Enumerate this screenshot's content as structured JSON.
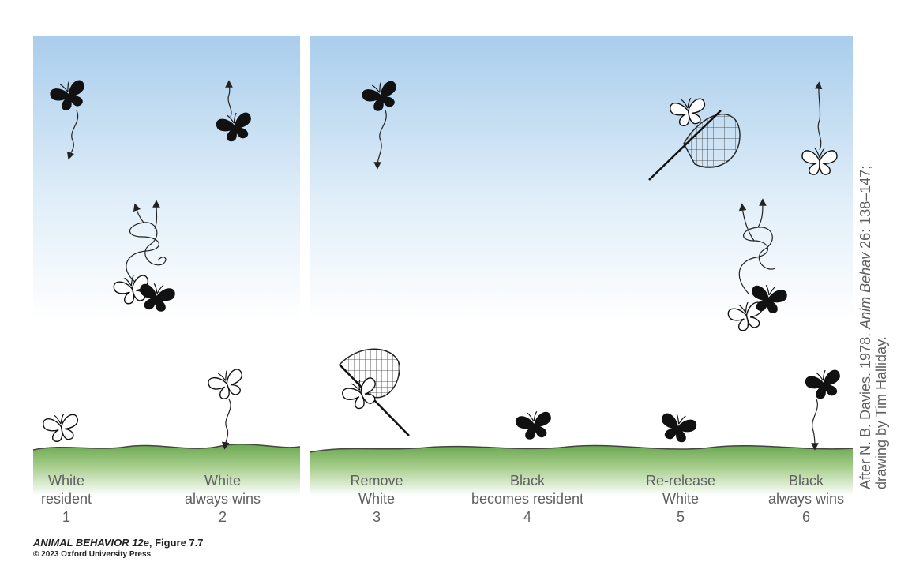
{
  "panels": [
    {
      "line1": "White",
      "line2": "resident",
      "num": "1"
    },
    {
      "line1": "White",
      "line2": "always wins",
      "num": "2"
    },
    {
      "line1": "Remove",
      "line2": "White",
      "num": "3"
    },
    {
      "line1": "Black",
      "line2": "becomes resident",
      "num": "4"
    },
    {
      "line1": "Re-release",
      "line2": "White",
      "num": "5"
    },
    {
      "line1": "Black",
      "line2": "always wins",
      "num": "6"
    }
  ],
  "credit": {
    "prefix": "After N. B. Davies. 1978. ",
    "journal": "Anim Behav",
    "suffix": " 26: 138–147;",
    "line2": "drawing by Tim Halliday."
  },
  "footer": {
    "book": "ANIMAL BEHAVIOR 12e",
    "figure": ", Figure 7.7",
    "copyright": "© 2023 Oxford University Press"
  },
  "colors": {
    "sky_top": "#a9cdec",
    "ground_top": "#6aa84f",
    "ground_bottom": "#ffffff",
    "text": "#5f5f5f",
    "butterfly_black": "#111111"
  }
}
